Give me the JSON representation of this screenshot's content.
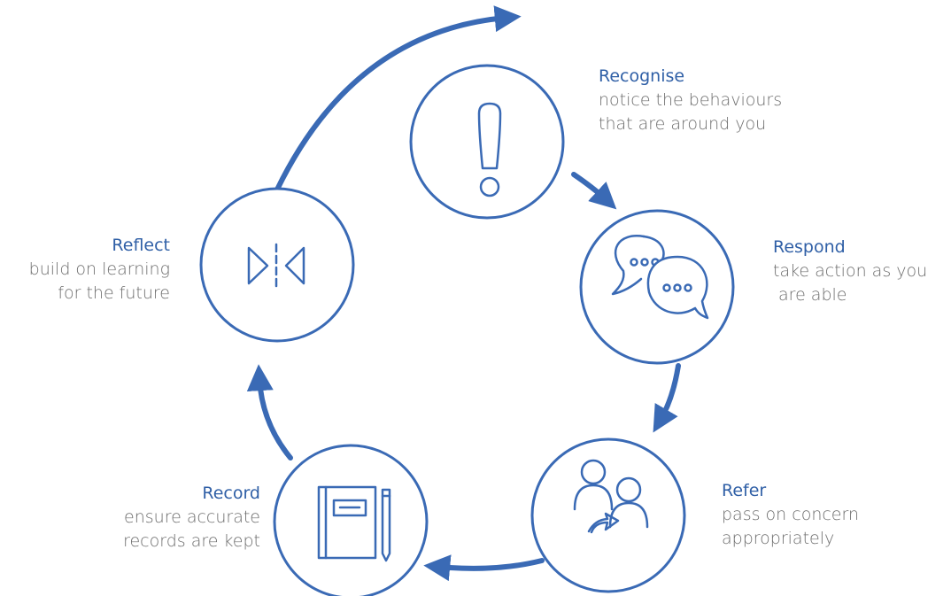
{
  "colors": {
    "primary": "#3a6ab5",
    "heading": "#2f5fa6",
    "body_text": "#6d6d6d",
    "background": "#ffffff"
  },
  "stages": [
    {
      "id": "recognise",
      "title": "Recognise",
      "desc_lines": [
        "notice the behaviours",
        "that are around you"
      ],
      "icon": "exclamation-icon"
    },
    {
      "id": "respond",
      "title": "Respond",
      "desc_lines": [
        "take action as you",
        " are able"
      ],
      "icon": "chat-bubbles-icon"
    },
    {
      "id": "refer",
      "title": "Refer",
      "desc_lines": [
        "pass on concern",
        "appropriately"
      ],
      "icon": "people-transfer-icon"
    },
    {
      "id": "record",
      "title": "Record",
      "desc_lines": [
        "ensure accurate",
        "records are kept"
      ],
      "icon": "notebook-pencil-icon"
    },
    {
      "id": "reflect",
      "title": "Reflect",
      "desc_lines": [
        "build on learning",
        "for the future"
      ],
      "icon": "mirror-reflect-icon"
    }
  ]
}
